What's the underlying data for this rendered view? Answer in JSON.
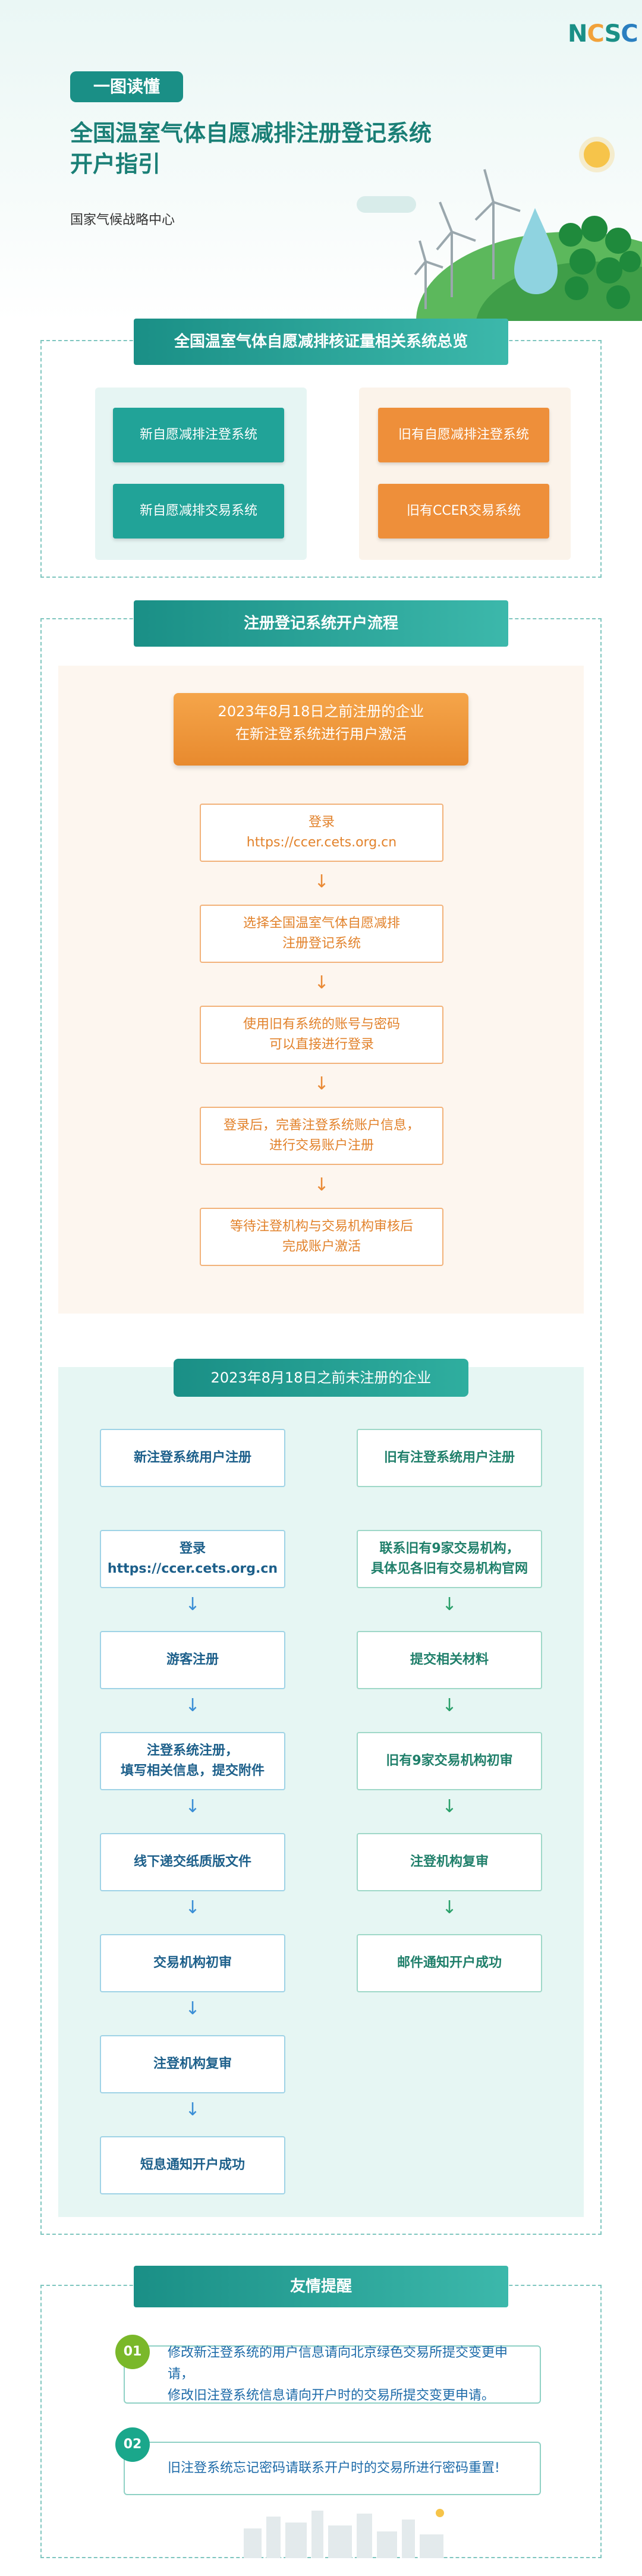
{
  "header": {
    "logo": {
      "n": "N",
      "c": "C",
      "s": "S",
      "c2": "C"
    },
    "badge": "一图读懂",
    "title_line1": "全国温室气体自愿减排注册登记系统",
    "title_line2": "开户指引",
    "org": "国家气候战略中心"
  },
  "overview": {
    "title": "全国温室气体自愿减排核证量相关系统总览",
    "new_registry": "新自愿减排注登系统",
    "new_trading": "新自愿减排交易系统",
    "old_registry": "旧有自愿减排注登系统",
    "old_ccer": "旧有CCER交易系统"
  },
  "process": {
    "title": "注册登记系统开户流程",
    "before": {
      "head_line1": "2023年8月18日之前注册的企业",
      "head_line2": "在新注登系统进行用户激活",
      "steps": [
        {
          "l1": "登录",
          "l2": "https://ccer.cets.org.cn"
        },
        {
          "l1": "选择全国温室气体自愿减排",
          "l2": "注册登记系统"
        },
        {
          "l1": "使用旧有系统的账号与密码",
          "l2": "可以直接进行登录"
        },
        {
          "l1": "登录后，完善注登系统账户信息，",
          "l2": "进行交易账户注册"
        },
        {
          "l1": "等待注登机构与交易机构审核后",
          "l2": "完成账户激活"
        }
      ],
      "arrow": "↓"
    },
    "after": {
      "head": "2023年8月18日之前未注册的企业",
      "left": [
        {
          "l1": "新注登系统用户注册",
          "l2": ""
        },
        {
          "l1": "登录",
          "l2": "https://ccer.cets.org.cn"
        },
        {
          "l1": "游客注册",
          "l2": ""
        },
        {
          "l1": "注登系统注册，",
          "l2": "填写相关信息，提交附件"
        },
        {
          "l1": "线下递交纸质版文件",
          "l2": ""
        },
        {
          "l1": "交易机构初审",
          "l2": ""
        },
        {
          "l1": "注登机构复审",
          "l2": ""
        },
        {
          "l1": "短息通知开户成功",
          "l2": ""
        }
      ],
      "right": [
        {
          "l1": "旧有注登系统用户注册",
          "l2": ""
        },
        {
          "l1": "联系旧有9家交易机构，",
          "l2": "具体见各旧有交易机构官网"
        },
        {
          "l1": "提交相关材料",
          "l2": ""
        },
        {
          "l1": "旧有9家交易机构初审",
          "l2": ""
        },
        {
          "l1": "注登机构复审",
          "l2": ""
        },
        {
          "l1": "邮件通知开户成功",
          "l2": ""
        }
      ],
      "arrow": "↓"
    }
  },
  "tips": {
    "title": "友情提醒",
    "items": [
      {
        "num": "01",
        "l1": "修改新注登系统的用户信息请向北京绿色交易所提交变更申请，",
        "l2": "修改旧注登系统信息请向开户时的交易所提交变更申请。"
      },
      {
        "num": "02",
        "l1": "旧注登系统忘记密码请联系开户时的交易所进行密码重置!",
        "l2": ""
      }
    ]
  },
  "colors": {
    "teal": "#1a8f86",
    "orange": "#ee8f3a",
    "blue": "#1c5f8a",
    "green": "#2aa06a"
  }
}
